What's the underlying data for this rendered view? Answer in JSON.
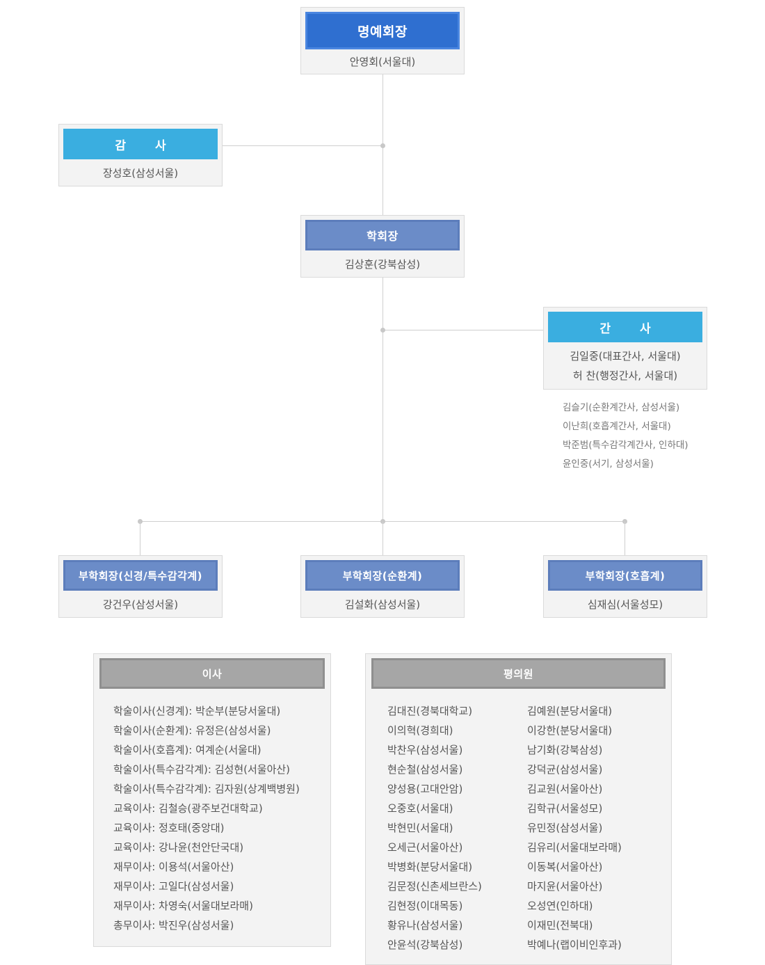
{
  "honorary": {
    "title": "명예회장",
    "member": "안영회(서울대)"
  },
  "auditor": {
    "title": "감 사",
    "member": "장성호(삼성서울)"
  },
  "president": {
    "title": "학회장",
    "member": "김상훈(강북삼성)"
  },
  "secretary": {
    "title": "간 사",
    "members": [
      "김일중(대표간사, 서울대)",
      "허 찬(행정간사, 서울대)"
    ],
    "sub_members": [
      "김슬기(순환계간사, 삼성서울)",
      "이난희(호흡계간사, 서울대)",
      "박준범(특수감각계간사, 인하대)",
      "윤인중(서기, 삼성서울)"
    ]
  },
  "vice_presidents": [
    {
      "title": "부학회장(신경/특수감각계)",
      "member": "강건우(삼성서울)"
    },
    {
      "title": "부학회장(순환계)",
      "member": "김설화(삼성서울)"
    },
    {
      "title": "부학회장(호흡계)",
      "member": "심재심(서울성모)"
    }
  ],
  "directors": {
    "title": "이사",
    "members": [
      "학술이사(신경계): 박순부(분당서울대)",
      "학술이사(순환계): 유정은(삼성서울)",
      "학술이사(호흡계): 여계순(서울대)",
      "학술이사(특수감각계): 김성현(서울아산)",
      "학술이사(특수감각계): 김자원(상계백병원)",
      "교육이사: 김철승(광주보건대학교)",
      "교육이사: 정호태(중앙대)",
      "교육이사: 강나윤(천안단국대)",
      "재무이사: 이용석(서울아산)",
      "재무이사: 고일다(삼성서울)",
      "재무이사: 차영숙(서울대보라매)",
      "총무이사: 박진우(삼성서울)"
    ]
  },
  "council": {
    "title": "평의원",
    "left": [
      "김대진(경북대학교)",
      "이의혁(경희대)",
      "박찬우(삼성서울)",
      "현순철(삼성서울)",
      "양성용(고대안암)",
      "오중호(서울대)",
      "박현민(서울대)",
      "오세근(서울아산)",
      "박병화(분당서울대)",
      "김문정(신촌세브란스)",
      "김현정(이대목동)",
      "황유나(삼성서울)",
      "안윤석(강북삼성)"
    ],
    "right": [
      "김예원(분당서울대)",
      "이강한(분당서울대)",
      "남기화(강북삼성)",
      "강덕균(삼성서울)",
      "김교원(서울아산)",
      "김학규(서울성모)",
      "유민정(삼성서울)",
      "김유리(서울대보라매)",
      "이동복(서울아산)",
      "마지윤(서울아산)",
      "오성연(인하대)",
      "이재민(전북대)",
      "박예나(랩이비인후과)"
    ]
  }
}
